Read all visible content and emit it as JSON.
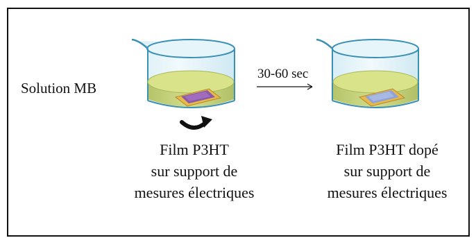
{
  "labels": {
    "solution": "Solution MB",
    "time": "30-60 sec"
  },
  "captions": {
    "left": [
      "Film P3HT",
      "sur support de",
      "mesures électriques"
    ],
    "right": [
      "Film P3HT dopé",
      "sur support de",
      "mesures électriques"
    ]
  },
  "colors": {
    "solution_surface": "#d9e38a",
    "solution_side": "#c2cf74",
    "glass": "#c9e8f2",
    "glass_edge": "#3a8fb5",
    "film_undoped": "#8a5aa8",
    "film_doped": "#8ea3d8",
    "substrate_gold": "#e8b84a",
    "frame": "#111111"
  },
  "icons": {
    "left_beaker": "beaker-icon",
    "right_beaker": "beaker-icon",
    "immersion_arrow": "curved-arrow-icon",
    "process_arrow": "right-arrow-icon"
  }
}
